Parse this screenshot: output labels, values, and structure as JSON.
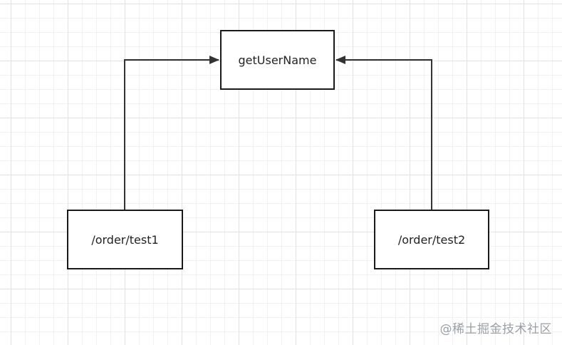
{
  "nodes": {
    "target": {
      "label": "getUserName"
    },
    "source_left": {
      "label": "/order/test1"
    },
    "source_right": {
      "label": "/order/test2"
    }
  },
  "watermark": {
    "text": "@稀土掘金技术社区"
  },
  "colors": {
    "stroke": "#333333",
    "grid": "#e2e2e2",
    "background": "#ffffff",
    "watermark": "#9aa0a6"
  }
}
